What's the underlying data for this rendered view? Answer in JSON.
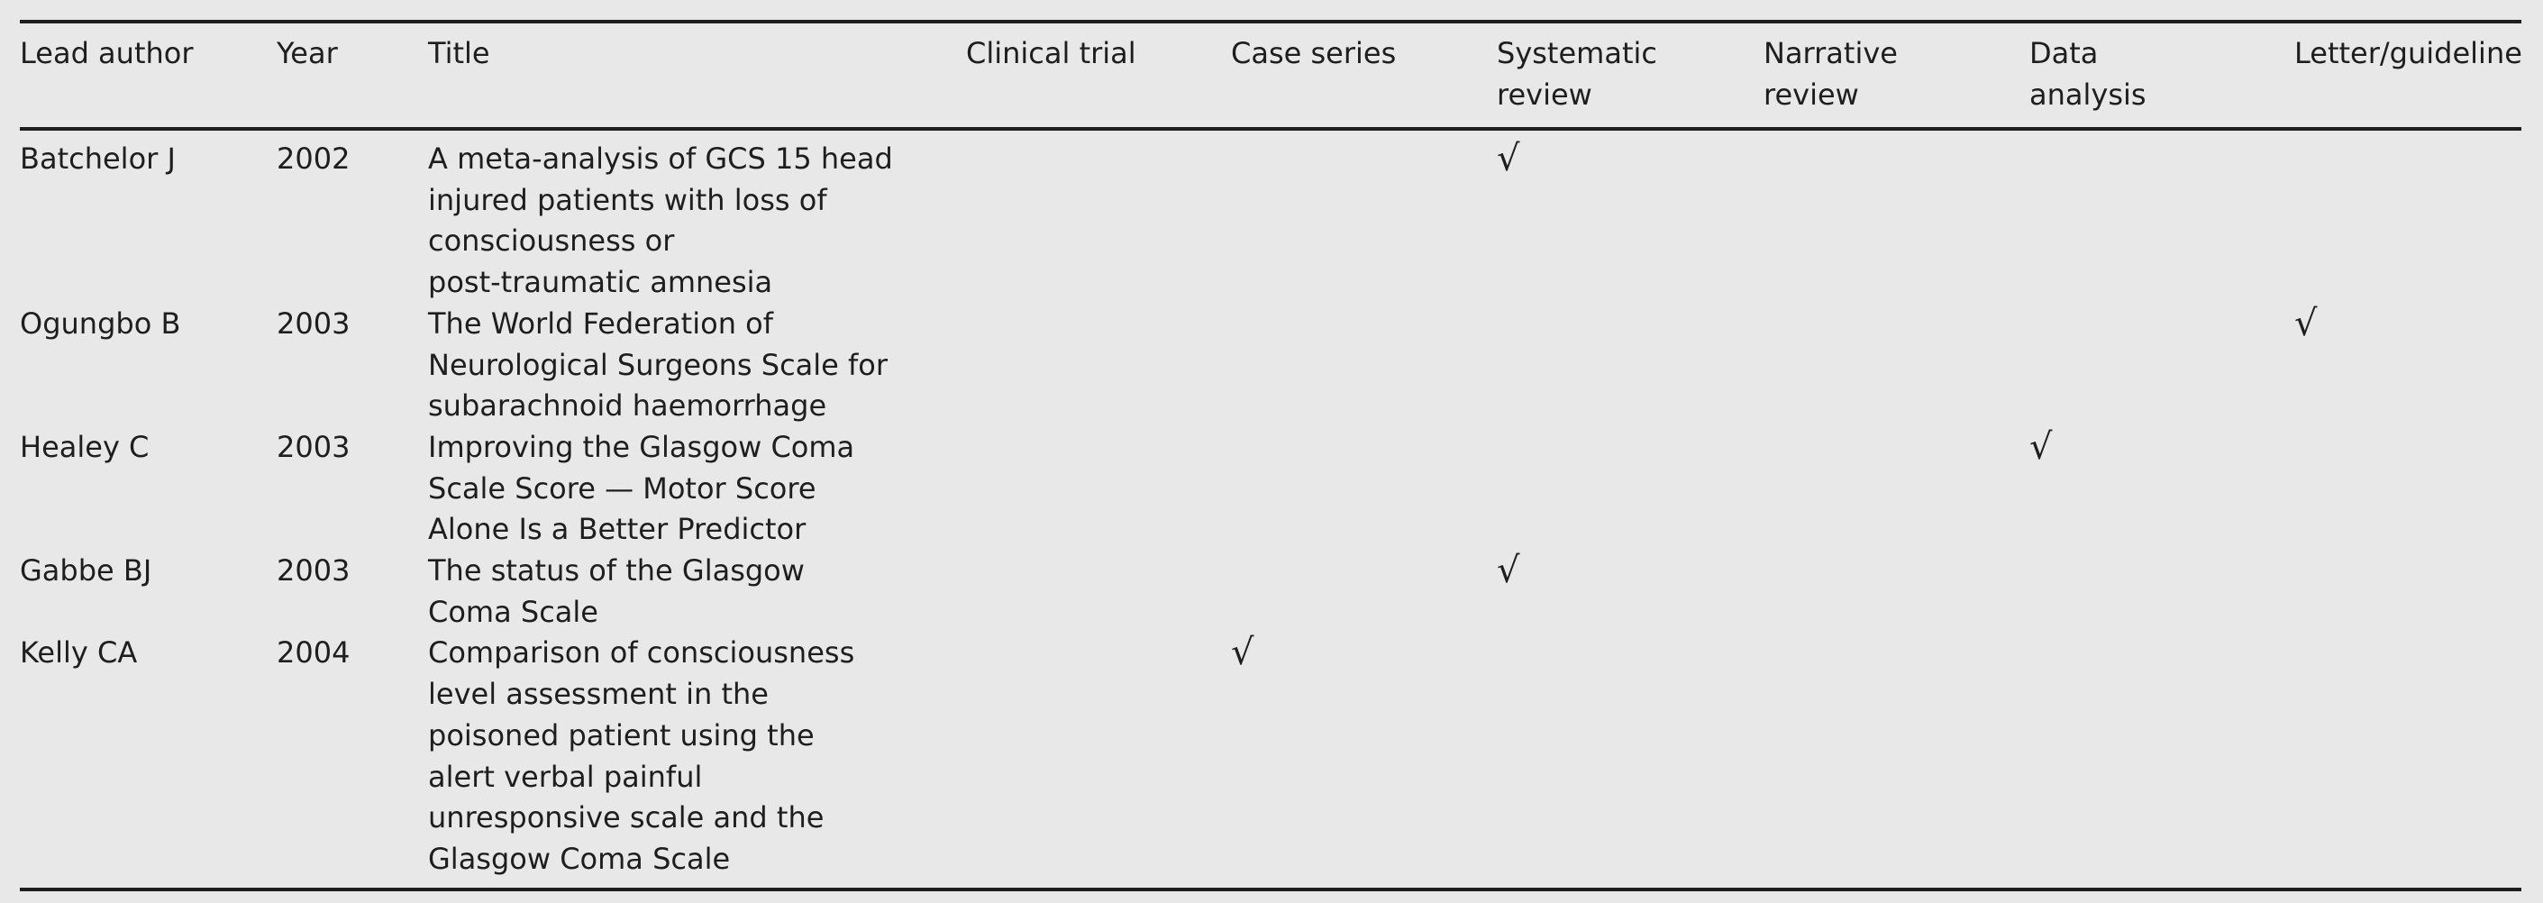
{
  "table": {
    "columns": [
      "Lead author",
      "Year",
      "Title",
      "Clinical trial",
      "Case series",
      "Systematic\nreview",
      "Narrative\nreview",
      "Data\nanalysis",
      "Letter/guideline"
    ],
    "check_symbol": "√",
    "rows": [
      {
        "author": "Batchelor J",
        "year": "2002",
        "title": "A meta-analysis of GCS 15 head\ninjured patients with loss of\nconsciousness or\npost-traumatic amnesia",
        "category": "Systematic review"
      },
      {
        "author": "Ogungbo B",
        "year": "2003",
        "title": "The World Federation of\nNeurological Surgeons Scale for\nsubarachnoid haemorrhage",
        "category": "Letter/guideline"
      },
      {
        "author": "Healey C",
        "year": "2003",
        "title": "Improving the Glasgow Coma\nScale Score — Motor Score\nAlone Is a Better Predictor",
        "category": "Data analysis"
      },
      {
        "author": "Gabbe BJ",
        "year": "2003",
        "title": "The status of the Glasgow\nComa Scale",
        "category": "Systematic review"
      },
      {
        "author": "Kelly CA",
        "year": "2004",
        "title": "Comparison of consciousness\nlevel assessment in the\npoisoned patient using the\nalert verbal painful\nunresponsive scale and the\nGlasgow Coma Scale",
        "category": "Case series"
      }
    ]
  }
}
